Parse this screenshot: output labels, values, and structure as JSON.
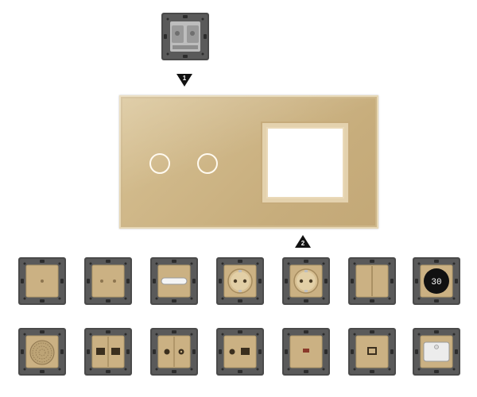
{
  "markers": [
    {
      "label": "1"
    },
    {
      "label": "2"
    }
  ],
  "panel": {
    "color": "#cfb788",
    "touch_buttons": 2,
    "socket_openings": 1
  },
  "thermostat": {
    "display": "30"
  },
  "modules": {
    "top": "mechanism-base-icon",
    "row1": [
      "single-touch-icon",
      "double-touch-icon",
      "led-light-icon",
      "schuko-socket-icon",
      "schuko-socket-child-icon",
      "double-blank-icon",
      "thermostat-icon"
    ],
    "row2": [
      "speaker-icon",
      "double-data-icon",
      "tv-sat-icon",
      "tv-data-icon",
      "usb-socket-icon",
      "hdmi-icon",
      "night-light-icon"
    ]
  },
  "colors": {
    "frame": "#4a4a4a",
    "gold": "#cbb183",
    "marker": "#111111"
  }
}
